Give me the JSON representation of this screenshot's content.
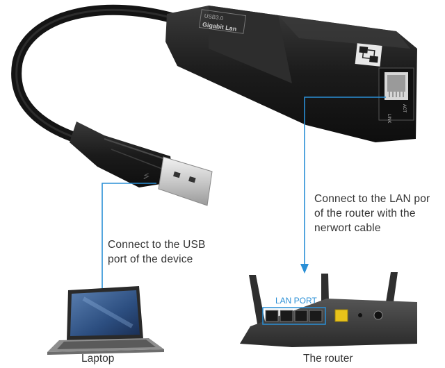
{
  "adapter": {
    "label_line1": "USB3.0",
    "label_line2": "Gigabit Lan",
    "port_link": "LINK",
    "port_act": "ACT"
  },
  "callouts": {
    "usb": "Connect to the USB\nport of the device",
    "lan": "Connect to the LAN por\nof the router with the\nnerwort cable"
  },
  "router": {
    "port_label": "LAN PORT"
  },
  "captions": {
    "laptop": "Laptop",
    "router": "The router"
  },
  "colors": {
    "leader_line": "#2a8fd6",
    "port_label": "#2a8fd6",
    "adapter_body": "#1e1e1e",
    "router_body": "#3a3a3a",
    "router_port_yellow": "#e8c21a"
  }
}
